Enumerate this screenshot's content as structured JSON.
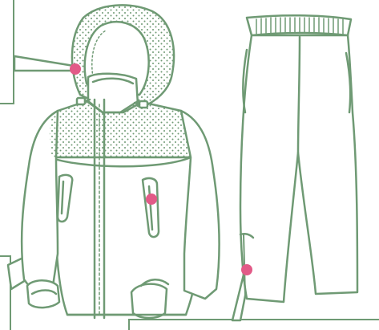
{
  "colors": {
    "outline": "#6f9a74",
    "hotspot": "#e25a87",
    "background": "#ffffff",
    "dots": "#6f9a74"
  },
  "illustration": {
    "items": [
      "jacket-with-hood",
      "pants"
    ],
    "callouts": [
      {
        "name": "hood-callout",
        "points_to": "hood-hotspot"
      },
      {
        "name": "pocket-callout",
        "points_to": "chest-pocket-hotspot"
      },
      {
        "name": "pants-callout",
        "points_to": "pants-hotspot"
      }
    ]
  }
}
